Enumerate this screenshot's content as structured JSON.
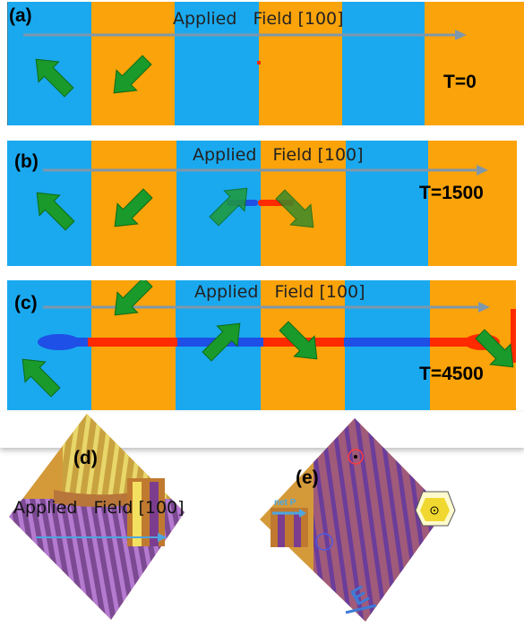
{
  "panels": [
    {
      "label": "(a)",
      "field_label": "Applied   Field [100]",
      "temperature": "T=0"
    },
    {
      "label": "(b)",
      "field_label": "Applied   Field [100]",
      "temperature": "T=1500"
    },
    {
      "label": "(c)",
      "field_label": "Applied   Field [100]",
      "temperature": "T=4500"
    }
  ],
  "photos": [
    {
      "label": "(d)",
      "field_label": "Applied   Field [100]"
    },
    {
      "label": "(e)",
      "inset_label": "net P"
    }
  ],
  "colors": {
    "domain_blue": "#1aa9ef",
    "domain_orange": "#fba30a",
    "arrow_green": "#1a9a2a",
    "field_arrow": "#7f97ab",
    "wall_red": "#ff2a00",
    "wall_blue": "#1e4fe6"
  }
}
